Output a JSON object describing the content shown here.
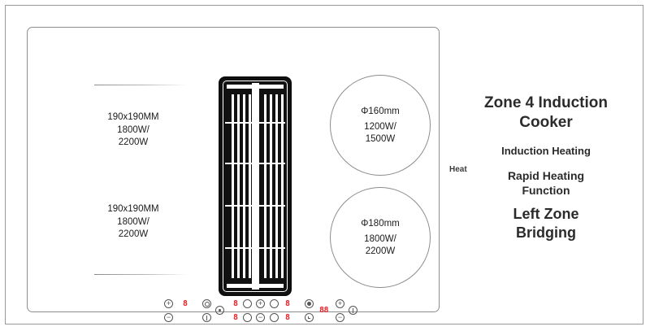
{
  "product": {
    "title": "Zone 4 Induction\nCooker",
    "subtitle": "Induction Heating",
    "feature_rapid": "Rapid Heating\nFunction",
    "feature_bridge": "Left Zone\nBridging",
    "heat_caption": "Heat"
  },
  "colors": {
    "digit_red": "#e8232a",
    "frame_gray": "#8d8d8d",
    "bridge_black": "#111111",
    "text_dark": "#2b2b2b"
  },
  "cooktop": {
    "left_zones": [
      {
        "size": "190x190MM",
        "power": "1800W/\n2200W",
        "label": "190x190MM\n1800W/\n2200W"
      },
      {
        "size": "190x190MM",
        "power": "1800W/\n2200W",
        "label": "190x190MM\n1800W/\n2200W"
      }
    ],
    "right_zones": [
      {
        "diameter": "Φ160mm",
        "power": "1200W/\n1500W"
      },
      {
        "diameter": "Φ180mm",
        "power": "1800W/\n2200W"
      }
    ],
    "bridge_zone": {
      "name": "left-zone-bridge-element"
    }
  },
  "control_panel": {
    "groups": [
      {
        "name": "left-zone-power-group",
        "columns": [
          {
            "name": "left-increase-decrease",
            "top_icon": "plus-circle-icon",
            "top_glyph": "+",
            "bottom_icon": "minus-circle-icon",
            "bottom_glyph": "−"
          }
        ],
        "displays": [
          {
            "name": "left-zone-display",
            "value": "8",
            "row": "a"
          }
        ]
      },
      {
        "name": "center-mode-group",
        "columns": [
          {
            "name": "bridge-toggle",
            "top_icon": "double-ring-icon",
            "bottom_icon": "power-circle-icon"
          },
          {
            "name": "lock-toggle",
            "top_icon": "ring-dot-icon"
          }
        ],
        "displays": [
          {
            "name": "zone-2-display",
            "value": "8",
            "row": "a"
          },
          {
            "name": "zone-3-display",
            "value": "8",
            "row": "b"
          }
        ]
      },
      {
        "name": "slider-and-level-group",
        "columns": [
          {
            "name": "slider-ring-1",
            "top_icon": "ring-icon",
            "bottom_icon": "ring-icon"
          },
          {
            "name": "level-increase-decrease",
            "top_icon": "plus-circle-icon",
            "top_glyph": "+",
            "bottom_icon": "minus-circle-icon",
            "bottom_glyph": "−"
          },
          {
            "name": "slider-ring-2",
            "top_icon": "ring-icon",
            "bottom_icon": "ring-icon"
          }
        ],
        "displays": [
          {
            "name": "zone-4-display",
            "value": "8",
            "row": "a"
          },
          {
            "name": "zone-5-display",
            "value": "8",
            "row": "b"
          }
        ]
      },
      {
        "name": "timer-group",
        "columns": [
          {
            "name": "boost-toggle",
            "top_icon": "filled-dot-icon",
            "bottom_icon": "clock-icon"
          },
          {
            "name": "timer-increase-decrease",
            "top_icon": "plus-circle-icon",
            "top_glyph": "+",
            "bottom_icon": "minus-circle-icon",
            "bottom_glyph": "−"
          },
          {
            "name": "power-button",
            "top_icon": "power-circle-icon"
          }
        ],
        "displays": [
          {
            "name": "timer-display",
            "value": "88",
            "row": "center"
          }
        ]
      }
    ]
  }
}
